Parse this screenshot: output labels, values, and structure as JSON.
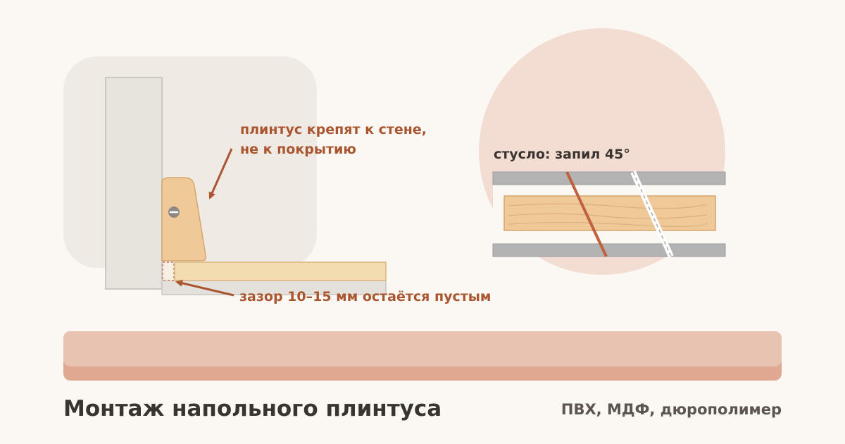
{
  "notes": {
    "wall_mount_line1": "плинтус крепят к стене,",
    "wall_mount_line2": "не к покрытию",
    "gap": "зазор 10–15 мм остаётся пустым",
    "miter": "стусло: запил 45°"
  },
  "footer": {
    "title": "Монтаж напольного плинтуса",
    "subtitle": "ПВХ, МДФ, дюрополимер"
  },
  "icons": [
    "screw-icon"
  ],
  "colors": {
    "background": "#fbf8f3",
    "panel": "#efebe4",
    "wall": "#e7e3dd",
    "plinth": "#efc998",
    "laminate": "#f2dcb0",
    "underlay": "#e4e1dc",
    "accent": "#a9552f",
    "circle": "#f3ddd3",
    "miter_box": "#b3b3b3",
    "banner_top": "#e8c3b1",
    "banner_bottom": "#e0a890",
    "text_dark": "#3a3431",
    "text_muted": "#5c5450"
  }
}
